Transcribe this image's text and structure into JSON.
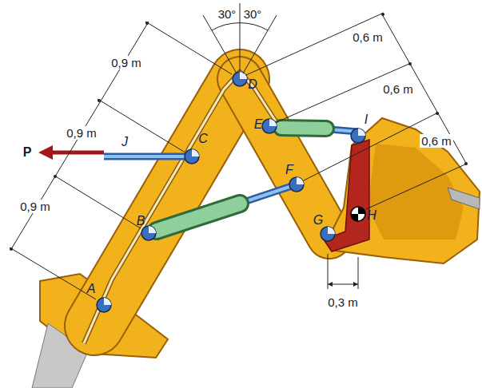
{
  "diagram": {
    "labels": [
      "30°",
      "30°",
      "0,9 m",
      "0,9 m",
      "0,9 m",
      "0,6 m",
      "0,6 m",
      "0,6 m",
      "P",
      "J",
      "C",
      "D",
      "E",
      "I",
      "F",
      "B",
      "G",
      "H",
      "0,3 m",
      "A"
    ]
  }
}
